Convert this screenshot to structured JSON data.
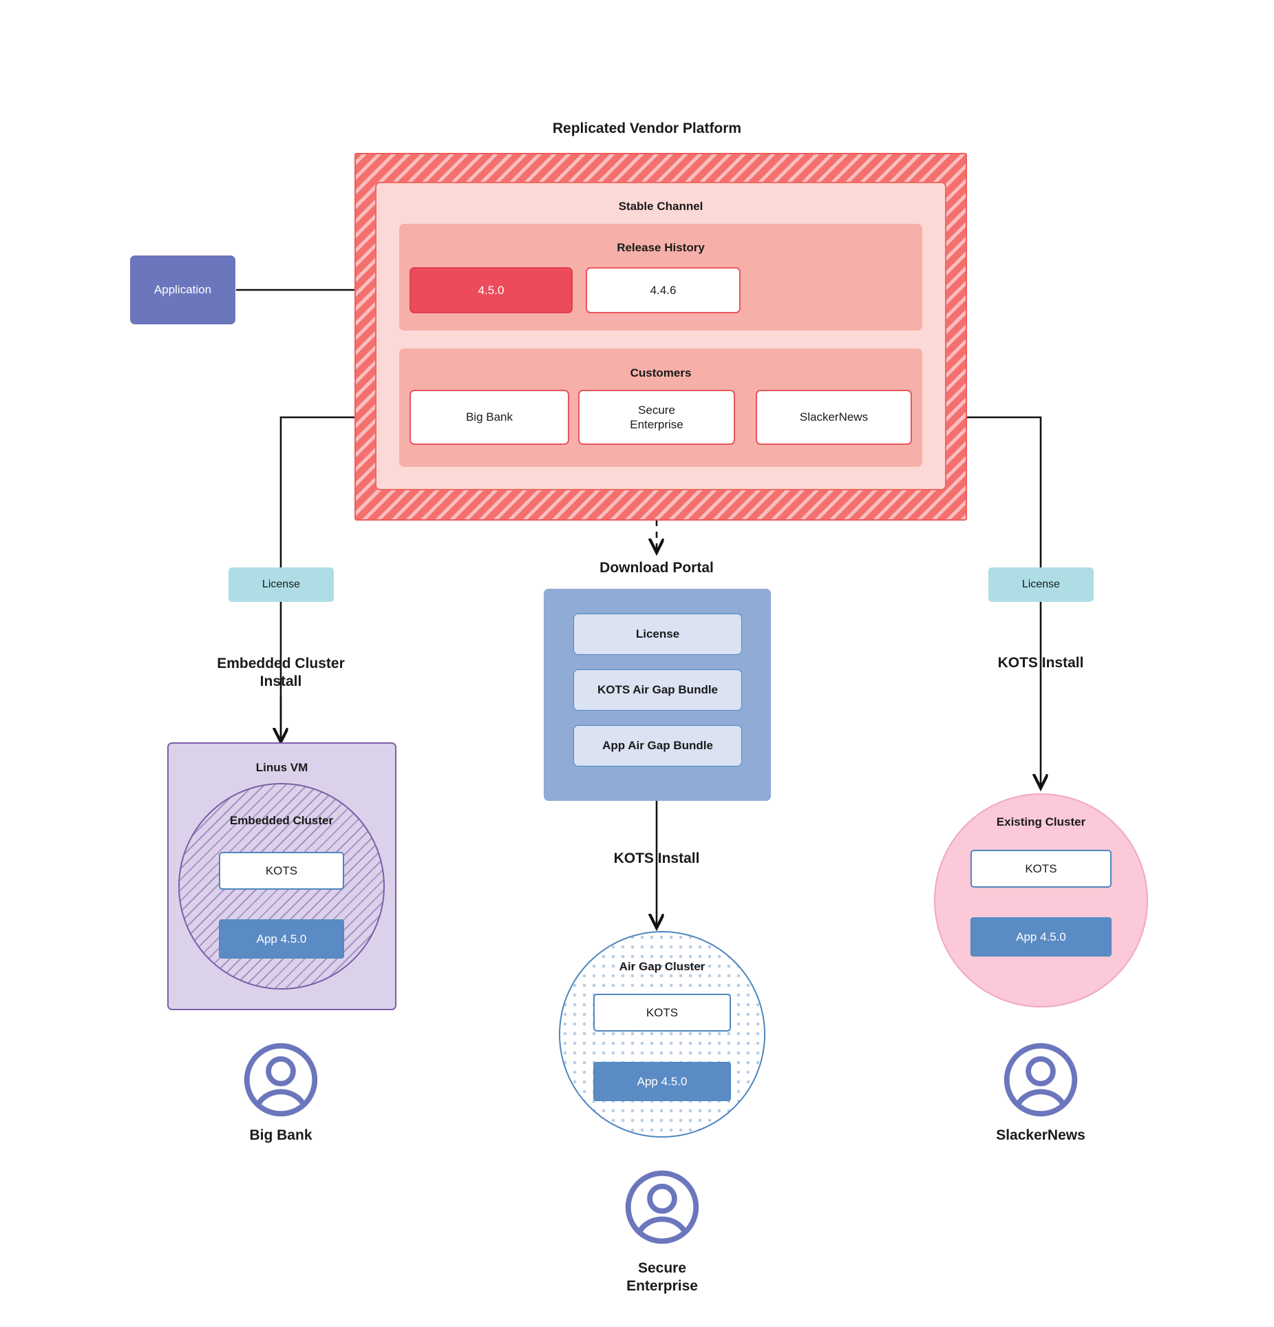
{
  "diagram": {
    "title": "Replicated Vendor Platform"
  },
  "application_node": {
    "label": "Application"
  },
  "platform": {
    "title": "Replicated Vendor Platform",
    "channel": {
      "title": "Stable Channel",
      "release_history": {
        "title": "Release History",
        "releases": [
          {
            "version": "4.5.0",
            "state": "active"
          },
          {
            "version": "4.4.6",
            "state": "previous"
          }
        ]
      },
      "customers": {
        "title": "Customers",
        "items": [
          {
            "name": "Big Bank"
          },
          {
            "name": "Secure\nEnterprise",
            "line1": "Secure",
            "line2": "Enterprise"
          },
          {
            "name": "SlackerNews"
          }
        ]
      }
    }
  },
  "left_branch": {
    "license_label": "License",
    "install_label_line1": "Embedded Cluster",
    "install_label_line2": "Install",
    "vm_title": "Linus VM",
    "cluster_title": "Embedded Cluster",
    "kots_label": "KOTS",
    "app_label": "App 4.5.0",
    "customer_label": "Big Bank",
    "avatar_icon": "user-avatar-icon"
  },
  "center_branch": {
    "portal_title": "Download  Portal",
    "portal_items": [
      {
        "label": "License"
      },
      {
        "label": "KOTS Air Gap Bundle"
      },
      {
        "label": "App Air Gap Bundle"
      }
    ],
    "install_label": "KOTS Install",
    "cluster_title": "Air Gap Cluster",
    "kots_label": "KOTS",
    "app_label": "App 4.5.0",
    "customer_label_line1": "Secure",
    "customer_label_line2": "Enterprise",
    "avatar_icon": "user-avatar-icon"
  },
  "right_branch": {
    "license_label": "License",
    "install_label": "KOTS Install",
    "cluster_title": "Existing Cluster",
    "kots_label": "KOTS",
    "app_label": "App 4.5.0",
    "customer_label": "SlackerNews",
    "avatar_icon": "user-avatar-icon"
  },
  "colors": {
    "platform_hatch": "#f4706e",
    "channel_bg": "#fbd9d6",
    "subpanel_bg": "#f6b0a9",
    "release_active": "#ec4b5c",
    "application": "#6b76bd",
    "license": "#aedde6",
    "vm_purple": "#dcd1ea",
    "vm_border": "#7b5ea7",
    "kots_border": "#4d86bf",
    "app_blue": "#5b8bc4",
    "portal_bg": "#8fabd6",
    "portal_item_bg": "#dbe2f2",
    "existing_cluster": "#fbc9d8",
    "avatar": "#6b76bd"
  }
}
